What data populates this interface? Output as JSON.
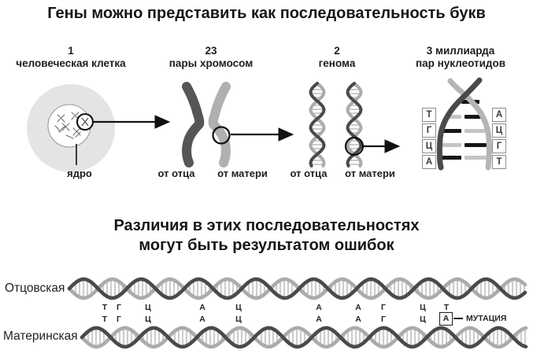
{
  "top_section": {
    "title": "Гены можно представить как последовательность букв",
    "columns": [
      {
        "number": "1",
        "label": "человеческая клетка"
      },
      {
        "number": "23",
        "label": "пары хромосом"
      },
      {
        "number": "2",
        "label": "генома"
      },
      {
        "number": "3 миллиарда",
        "label": "пар нуклеотидов"
      }
    ],
    "nucleus_label": "ядро",
    "from_father_label": "от отца",
    "from_mother_label": "от матери",
    "left_bases": [
      "Т",
      "Г",
      "Ц",
      "А"
    ],
    "right_bases": [
      "А",
      "Ц",
      "Г",
      "Т"
    ]
  },
  "bottom_section": {
    "title_line1": "Различия в этих последовательностях",
    "title_line2": "могут быть результатом ошибок",
    "paternal_label": "Отцовская",
    "maternal_label": "Материнская",
    "paternal_sequence": [
      "Т",
      "Г",
      "Ц",
      "А",
      "Ц",
      "А",
      "А",
      "Г",
      "Ц",
      "Т"
    ],
    "maternal_sequence": [
      "Т",
      "Г",
      "Ц",
      "А",
      "Ц",
      "А",
      "А",
      "Г",
      "Ц",
      "А"
    ],
    "mutation_label": "МУТАЦИЯ"
  },
  "colors": {
    "text": "#1a1a1a",
    "dark_strand": "#4a4a4a",
    "light_strand": "#ababab",
    "hatch": "#cdcdcd",
    "cell_fill": "#e4e4e4"
  }
}
